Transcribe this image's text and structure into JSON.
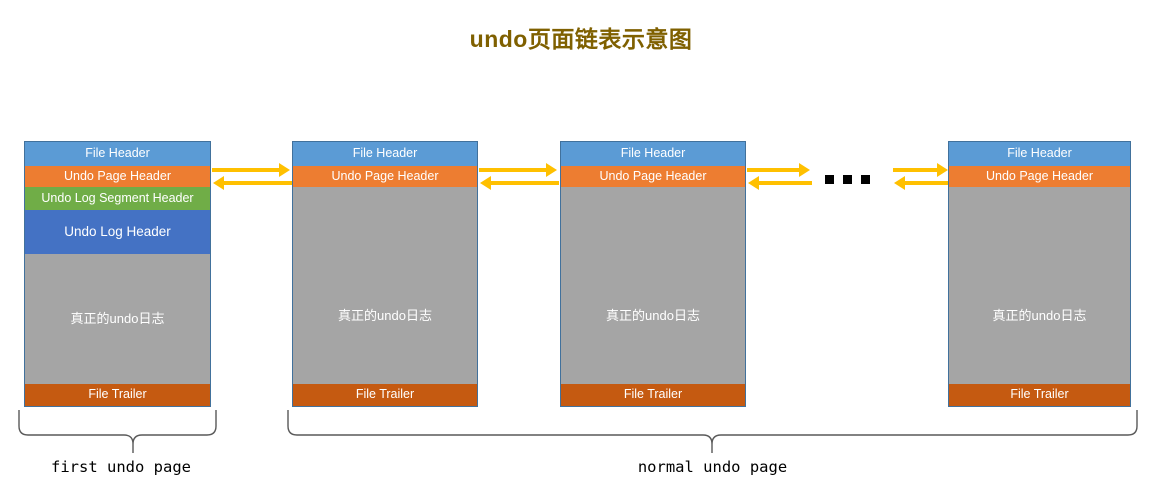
{
  "title": "undo页面链表示意图",
  "colors": {
    "title": "#7F6000",
    "file_header": "#5B9BD5",
    "undo_page_header": "#ED7D31",
    "undo_log_segment_header": "#70AD47",
    "undo_log_header": "#4472C4",
    "page_body": "#A5A5A5",
    "file_trailer": "#C55A11",
    "arrow": "#FFC000",
    "dot": "#000000",
    "block_border": "#41719C"
  },
  "labels": {
    "file_header": "File Header",
    "undo_page_header": "Undo Page Header",
    "undo_log_segment_header": "Undo Log Segment Header",
    "undo_log_header": "Undo Log Header",
    "page_body": "真正的undo日志",
    "file_trailer": "File Trailer"
  },
  "blocks": [
    {
      "id": "first-undo-page",
      "kind": "first",
      "segments": [
        {
          "name": "file-header",
          "label": "File Header"
        },
        {
          "name": "undo-page-header",
          "label": "Undo Page Header"
        },
        {
          "name": "undo-log-segment-header",
          "label": "Undo Log Segment Header"
        },
        {
          "name": "undo-log-header",
          "label": "Undo Log Header"
        },
        {
          "name": "page-body",
          "label": "真正的undo日志"
        },
        {
          "name": "file-trailer",
          "label": "File Trailer"
        }
      ]
    },
    {
      "id": "normal-undo-page-1",
      "kind": "normal",
      "segments": [
        {
          "name": "file-header",
          "label": "File Header"
        },
        {
          "name": "undo-page-header",
          "label": "Undo Page Header"
        },
        {
          "name": "page-body",
          "label": "真正的undo日志"
        },
        {
          "name": "file-trailer",
          "label": "File Trailer"
        }
      ]
    },
    {
      "id": "normal-undo-page-2",
      "kind": "normal",
      "segments": [
        {
          "name": "file-header",
          "label": "File Header"
        },
        {
          "name": "undo-page-header",
          "label": "Undo Page Header"
        },
        {
          "name": "page-body",
          "label": "真正的undo日志"
        },
        {
          "name": "file-trailer",
          "label": "File Trailer"
        }
      ]
    },
    {
      "id": "normal-undo-page-n",
      "kind": "normal",
      "segments": [
        {
          "name": "file-header",
          "label": "File Header"
        },
        {
          "name": "undo-page-header",
          "label": "Undo Page Header"
        },
        {
          "name": "page-body",
          "label": "真正的undo日志"
        },
        {
          "name": "file-trailer",
          "label": "File Trailer"
        }
      ]
    }
  ],
  "ellipsis": {
    "name": "ellipsis-dots",
    "count": 3,
    "glyph": "■"
  },
  "connectors": [
    {
      "name": "link-forward-1",
      "direction": "right"
    },
    {
      "name": "link-backward-1",
      "direction": "left"
    },
    {
      "name": "link-forward-2",
      "direction": "right"
    },
    {
      "name": "link-backward-2",
      "direction": "left"
    },
    {
      "name": "link-forward-3",
      "direction": "right"
    },
    {
      "name": "link-backward-3",
      "direction": "left"
    },
    {
      "name": "link-forward-4",
      "direction": "right"
    },
    {
      "name": "link-backward-4",
      "direction": "left"
    }
  ],
  "captions": {
    "first": "first undo page",
    "normal": "normal undo page"
  }
}
